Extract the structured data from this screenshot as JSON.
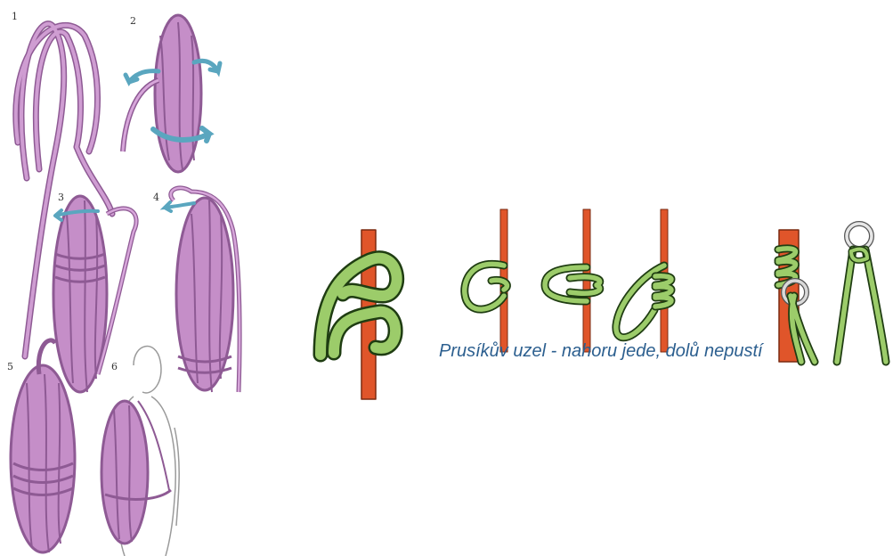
{
  "coiling_steps": [
    "1",
    "2",
    "3",
    "4",
    "5",
    "6"
  ],
  "caption": "Prusíkův uzel - nahoru jede, dolů nepustí",
  "colors": {
    "rope_purple": "#c58ec8",
    "rope_purple_dark": "#8e5a94",
    "arrow_teal": "#5aa6bf",
    "main_rope_orange": "#e0552a",
    "cord_green": "#9ccc6a",
    "cord_outline": "#1f3d12",
    "carabiner_gray": "#bdbdbd",
    "caption_blue": "#2c5f8f"
  },
  "icons": [
    "rotate-arrow-icon",
    "rotate-arrow-icon",
    "rotate-arrow-icon",
    "rotate-arrow-icon"
  ]
}
